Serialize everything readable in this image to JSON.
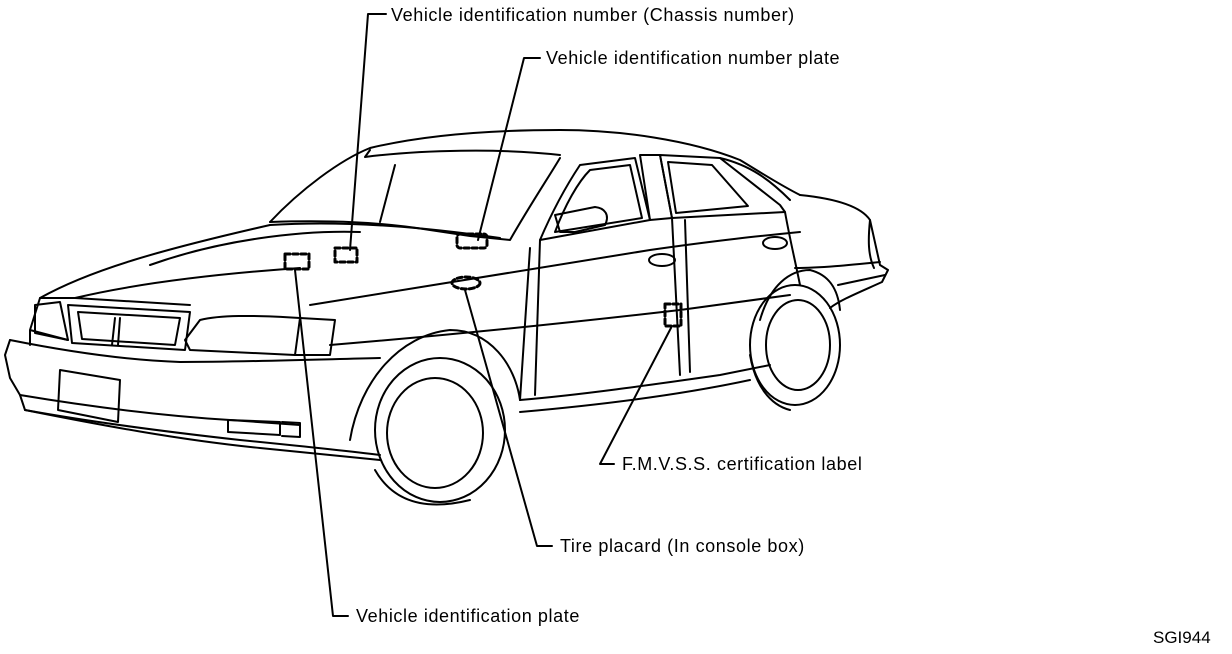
{
  "labels": {
    "vin_chassis": "Vehicle identification number (Chassis number)",
    "vin_plate": "Vehicle identification number plate",
    "fmvss_label": "F.M.V.S.S. certification label",
    "tire_placard": "Tire placard (In console box)",
    "id_plate": "Vehicle identification plate"
  },
  "figure_code": "SGI944",
  "colors": {
    "line": "#000000",
    "background": "#ffffff"
  }
}
